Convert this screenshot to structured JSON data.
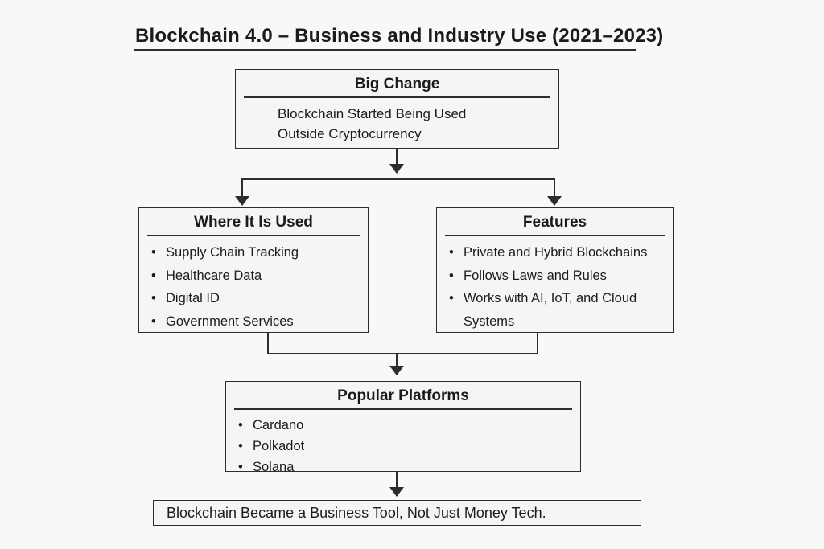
{
  "title": "Blockchain 4.0 – Business and Industry Use (2021–2023)",
  "ui": {
    "bullet": "•"
  },
  "boxes": {
    "big_change": {
      "title": "Big Change",
      "lines": [
        "Blockchain Started Being Used",
        "Outside Cryptocurrency"
      ]
    },
    "where_used": {
      "title": "Where It Is Used",
      "items": [
        "Supply Chain Tracking",
        "Healthcare Data",
        "Digital ID",
        "Government Services"
      ]
    },
    "features": {
      "title": "Features",
      "items": [
        "Private and Hybrid Blockchains",
        "Follows Laws and Rules",
        "Works with AI, IoT, and Cloud Systems"
      ]
    },
    "platforms": {
      "title": "Popular Platforms",
      "items": [
        "Cardano",
        "Polkadot",
        "Solana"
      ]
    },
    "conclusion": "Blockchain Became a Business Tool, Not Just Money Tech."
  },
  "colors": {
    "background": "#f8f8f6",
    "box_fill": "#f5f5f3",
    "line": "#2d2d2d",
    "text": "#1b1b1b"
  }
}
